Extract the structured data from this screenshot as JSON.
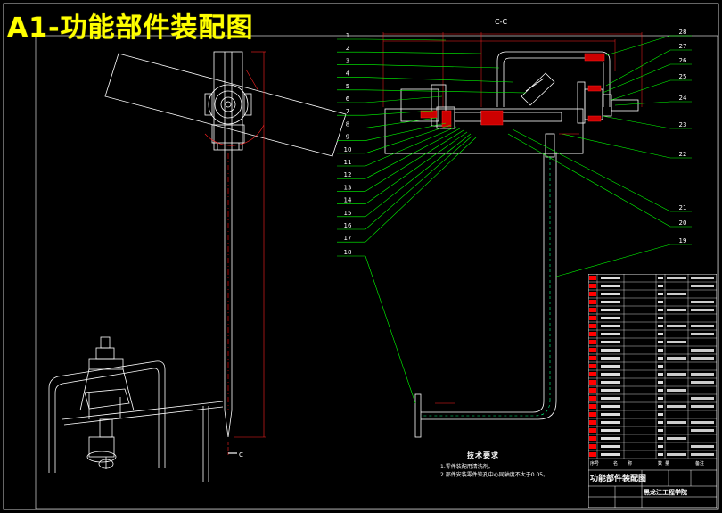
{
  "title": "A1-功能部件装配图",
  "section_label": "C-C",
  "section_mark_bottom": "C",
  "part_numbers_left": [
    "1",
    "2",
    "3",
    "4",
    "5",
    "6",
    "7",
    "8",
    "9",
    "10",
    "11",
    "12",
    "13",
    "14",
    "15",
    "16",
    "17",
    "18"
  ],
  "part_numbers_right": [
    "28",
    "27",
    "26",
    "25",
    "24",
    "23",
    "22",
    "21",
    "20",
    "19"
  ],
  "tech_requirements": {
    "heading": "技术要求",
    "lines": [
      "1.零件装配用清洗剂。",
      "2.部件安装零件铰孔中心同轴度不大于0.05。"
    ]
  },
  "title_block": {
    "name": "功能部件装配图",
    "school": "黑龙江工程学院",
    "header_row": [
      "序号",
      "名",
      "称",
      "数",
      "量",
      "备注"
    ],
    "colors": {
      "cell_red": "#ff0000",
      "line": "#ffffff"
    }
  },
  "colors": {
    "background": "#000000",
    "title": "#ffff00",
    "drawing": "#ffffff",
    "leader": "#00ff00",
    "dimension": "#ff2020",
    "cut": "#ff0000",
    "pipe": "#00ff80"
  }
}
